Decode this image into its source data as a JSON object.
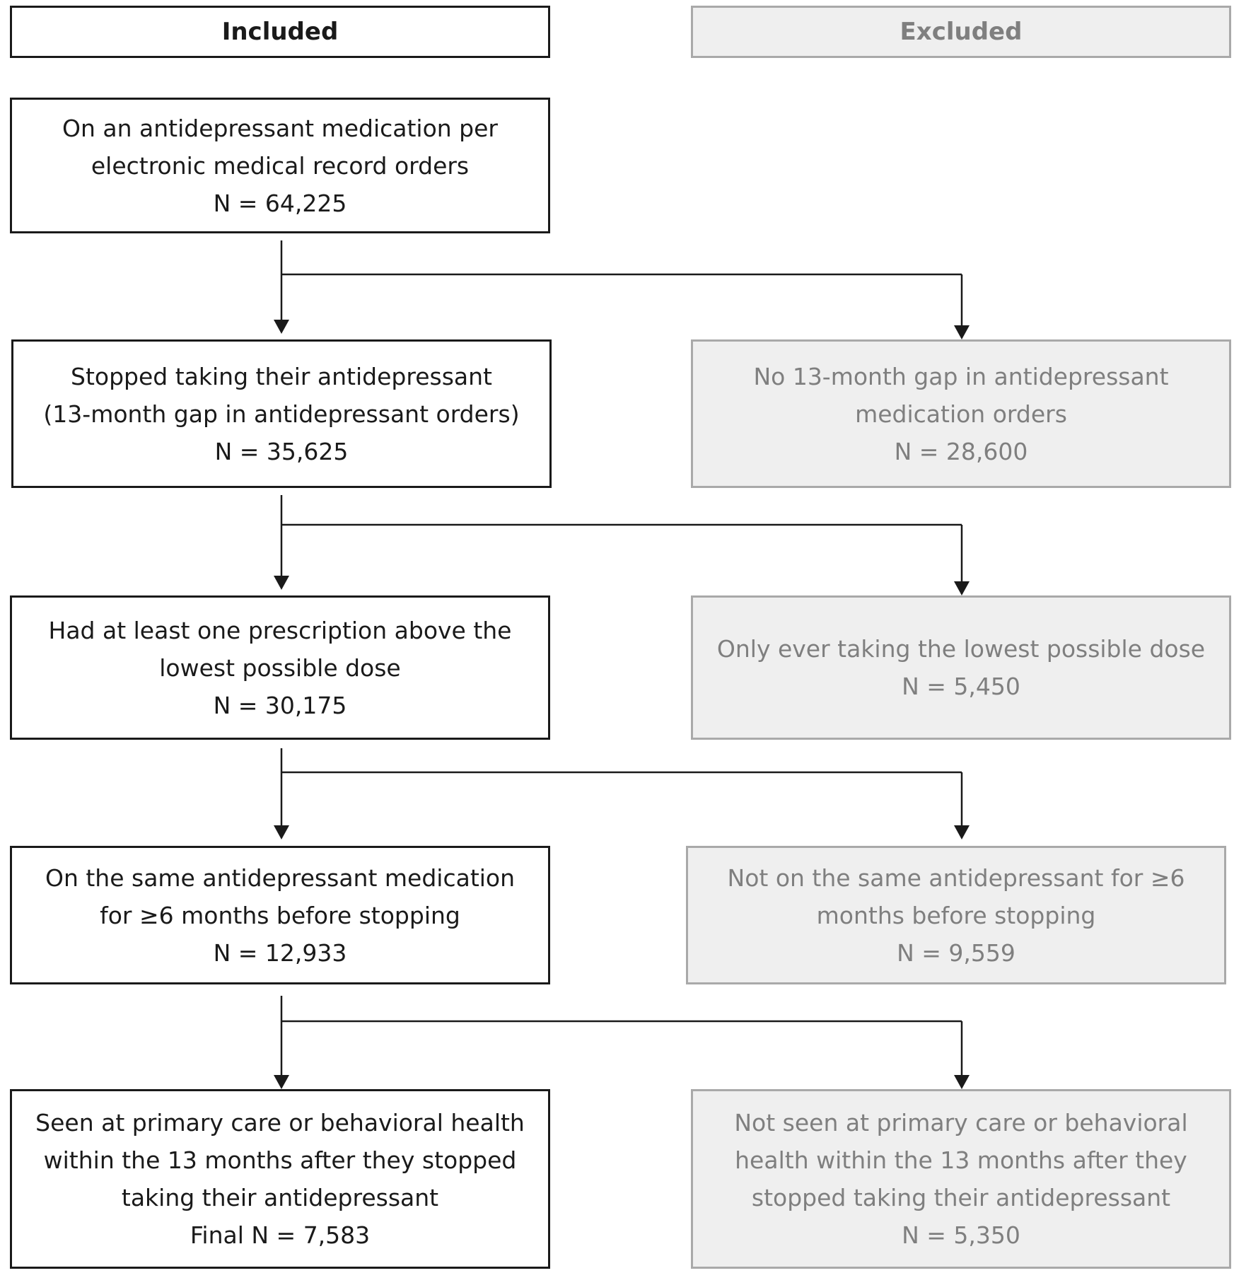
{
  "headers": {
    "included": "Included",
    "excluded": "Excluded"
  },
  "included": [
    {
      "lines": [
        "On an antidepressant medication per",
        "electronic medical record orders"
      ],
      "n": "N = 64,225"
    },
    {
      "lines": [
        "Stopped taking their antidepressant",
        "(13-month gap in antidepressant orders)"
      ],
      "n": "N = 35,625"
    },
    {
      "lines": [
        "Had at least one prescription above the",
        "lowest possible dose"
      ],
      "n": "N = 30,175"
    },
    {
      "lines": [
        "On the same antidepressant medication",
        "for ≥6 months before stopping"
      ],
      "n": "N = 12,933"
    },
    {
      "lines": [
        "Seen at primary care or behavioral health",
        "within the 13 months after they stopped",
        "taking their antidepressant"
      ],
      "n": "Final N = 7,583"
    }
  ],
  "excluded": [
    {
      "lines": [
        "No 13-month gap in antidepressant",
        "medication orders"
      ],
      "n": "N = 28,600"
    },
    {
      "lines": [
        "Only ever taking the lowest possible dose"
      ],
      "n": "N = 5,450"
    },
    {
      "lines": [
        "Not on the same antidepressant for ≥6",
        "months before stopping"
      ],
      "n": "N = 9,559"
    },
    {
      "lines": [
        "Not seen at primary care or behavioral",
        "health within the 13 months after they",
        "stopped taking their antidepressant"
      ],
      "n": "N = 5,350"
    }
  ],
  "colors": {
    "included_border": "#1a1a1a",
    "included_text": "#1a1a1a",
    "excluded_border": "#a9a9a9",
    "excluded_fill": "#efefef",
    "excluded_text": "#7f7f7f"
  }
}
